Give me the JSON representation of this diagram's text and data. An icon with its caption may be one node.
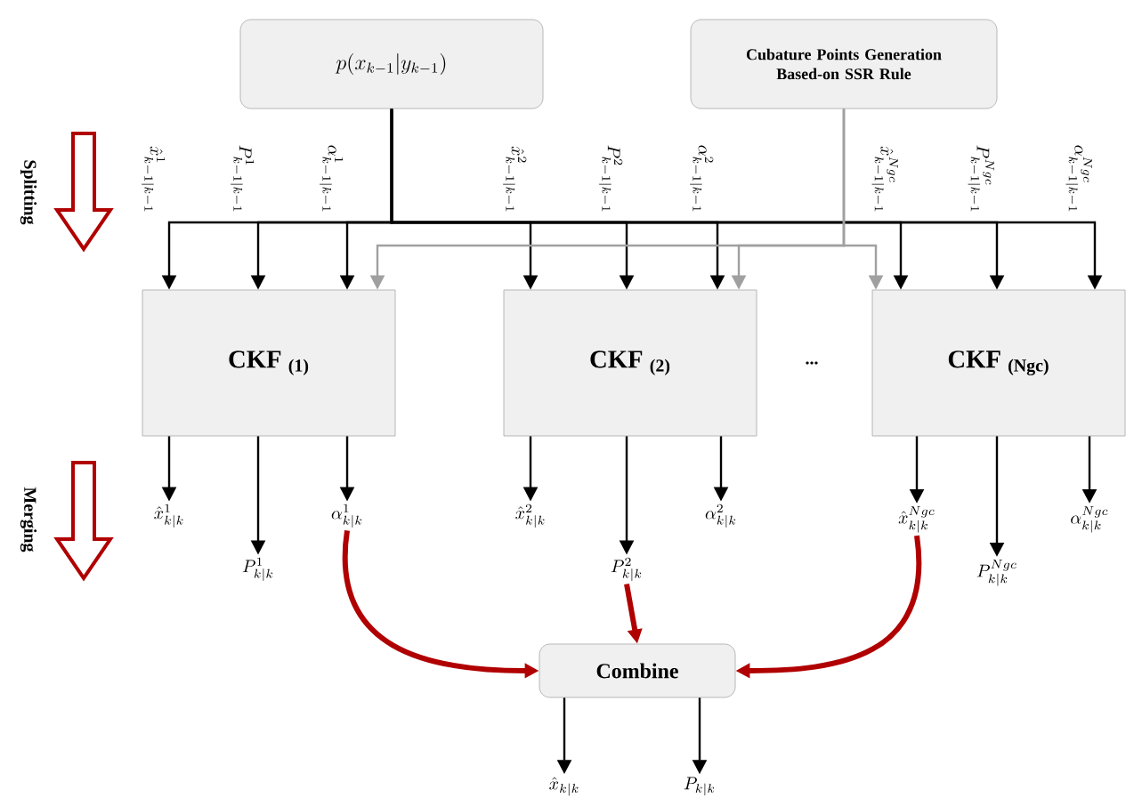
{
  "diagram": {
    "nodes": [
      {
        "text": [
          "p(x_{k-1}|y_{k-1})"
        ]
      },
      {
        "text": [
          "Cubature Points Generation Based-on SSR Rule"
        ]
      },
      {
        "text": [
          "CKF $_{(1)}$"
        ]
      },
      {
        "text": [
          "CKF $_{(2)}$"
        ]
      },
      {
        "text": [
          "CKF $_{(Ngc)}$"
        ]
      },
      {
        "text": [
          "\\hat{x}^{1}_{k|k}"
        ]
      },
      {
        "text": [
          "P^{1}_{k|k}"
        ]
      },
      {
        "text": [
          "\\alpha^{1}_{k|k}"
        ]
      },
      {
        "text": [
          "\\hat{x}^{2}_{k|k}"
        ]
      },
      {
        "text": [
          "P^{2}_{k|k}"
        ]
      },
      {
        "text": [
          "\\alpha^{2}_{k|k}"
        ]
      },
      {
        "text": [
          "\\hat{x}^{Ngc}_{k|k}"
        ]
      },
      {
        "text": [
          "P^{Ngc}_{k|k}"
        ]
      },
      {
        "text": [
          "\\alpha^{Ngc}_{k|k}"
        ]
      },
      {
        "text": [
          "Combine"
        ]
      },
      {
        "text": [
          "\\hat{x}_{k|k}"
        ]
      },
      {
        "text": [
          "P_{k|k}"
        ]
      }
    ],
    "edges": [
      {
        "from": 0,
        "to": 2,
        "arrow": "to",
        "label": "\\hat{x}^{1}_{k-1|k-1}"
      },
      {
        "from": 0,
        "to": 2,
        "arrow": "to",
        "label": "P^{1}_{k-1|k-1}"
      },
      {
        "from": 0,
        "to": 2,
        "arrow": "to",
        "label": "\\alpha^{1}_{k-1|k-1}"
      },
      {
        "from": 0,
        "to": 3,
        "arrow": "to",
        "label": "\\hat{x}^{2}_{k-1|k-1}"
      },
      {
        "from": 0,
        "to": 3,
        "arrow": "to",
        "label": "P^{2}_{k-1|k-1}"
      },
      {
        "from": 0,
        "to": 3,
        "arrow": "to",
        "label": "\\alpha^{2}_{k-1|k-1}"
      },
      {
        "from": 0,
        "to": 4,
        "arrow": "to",
        "label": "\\hat{x}^{Ngc}_{k-1|k-1}"
      },
      {
        "from": 0,
        "to": 4,
        "arrow": "to",
        "label": "P^{Ngc}_{k-1|k-1}"
      },
      {
        "from": 0,
        "to": 4,
        "arrow": "to",
        "label": "\\alpha^{Ngc}_{k-1|k-1}"
      },
      {
        "from": 1,
        "to": 2,
        "arrow": "to",
        "color": "#a0a0a0"
      },
      {
        "from": 1,
        "to": 3,
        "arrow": "to",
        "color": "#a0a0a0"
      },
      {
        "from": 1,
        "to": 4,
        "arrow": "to",
        "color": "#a0a0a0"
      },
      {
        "from": 2,
        "to": 5,
        "arrow": "to"
      },
      {
        "from": 2,
        "to": 6,
        "arrow": "to"
      },
      {
        "from": 2,
        "to": 7,
        "arrow": "to"
      },
      {
        "from": 3,
        "to": 8,
        "arrow": "to"
      },
      {
        "from": 3,
        "to": 9,
        "arrow": "to"
      },
      {
        "from": 3,
        "to": 10,
        "arrow": "to"
      },
      {
        "from": 4,
        "to": 11,
        "arrow": "to"
      },
      {
        "from": 4,
        "to": 12,
        "arrow": "to"
      },
      {
        "from": 4,
        "to": 13,
        "arrow": "to"
      },
      {
        "from": 7,
        "to": 14,
        "arrow": "to",
        "style": "thick",
        "color": "#b00000"
      },
      {
        "from": 9,
        "to": 14,
        "arrow": "to",
        "style": "thick",
        "color": "#b00000"
      },
      {
        "from": 11,
        "to": 14,
        "arrow": "to",
        "style": "thick",
        "color": "#b00000"
      },
      {
        "from": 14,
        "to": 15,
        "arrow": "to"
      },
      {
        "from": 14,
        "to": 16,
        "arrow": "to"
      }
    ],
    "labels": [
      "Splitting",
      "...",
      "Merging"
    ]
  }
}
